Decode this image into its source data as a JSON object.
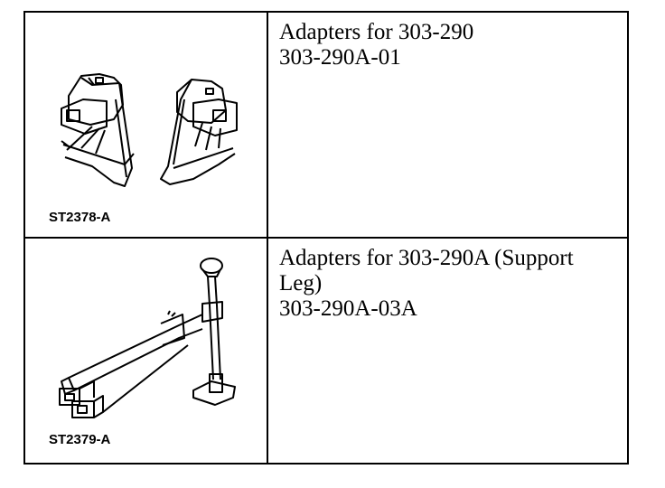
{
  "rows": [
    {
      "code": "ST2378-A",
      "title": "Adapters for 303-290",
      "part_number": "303-290A-01",
      "illustration": "adapter-brackets-icon"
    },
    {
      "code": "ST2379-A",
      "title": "Adapters for 303-290A (Support Leg)",
      "part_number": "303-290A-03A",
      "illustration": "support-leg-icon"
    }
  ]
}
